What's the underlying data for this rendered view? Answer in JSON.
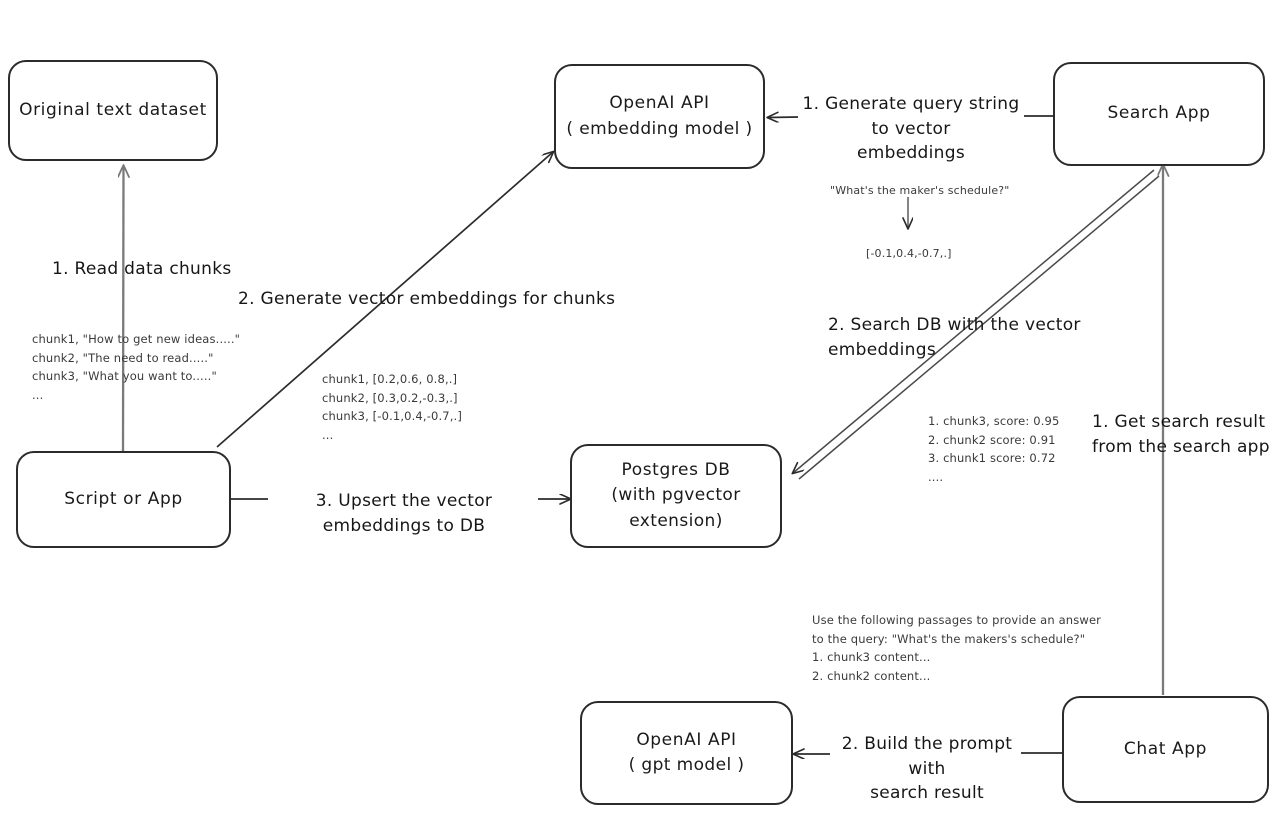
{
  "diagram": {
    "title": "Vector search and RAG architecture flow",
    "background": "#ffffff",
    "stroke": "#2b2b2b",
    "gray_stroke": "#7a7a7a"
  },
  "nodes": {
    "original_dataset": {
      "line1": "Original text dataset",
      "line2": ""
    },
    "script_or_app": {
      "line1": "Script or App",
      "line2": ""
    },
    "openai_embedding": {
      "line1": "OpenAI API",
      "line2": "( embedding model )"
    },
    "postgres_db": {
      "line1": "Postgres DB",
      "line2": "(with pgvector extension)"
    },
    "search_app": {
      "line1": "Search App",
      "line2": ""
    },
    "chat_app": {
      "line1": "Chat App",
      "line2": ""
    },
    "openai_gpt": {
      "line1": "OpenAI API",
      "line2": "( gpt model )"
    }
  },
  "edge_labels": {
    "read_data_chunks": "1. Read data chunks",
    "generate_vector_embeddings": "2. Generate vector embeddings for chunks",
    "upsert_to_db": "3. Upsert the vector embeddings  to DB",
    "generate_query_string": "1. Generate query string to vector\nembeddings",
    "search_db": "2. Search DB with the vector embeddings",
    "get_search_result": "1. Get search result\nfrom the search app",
    "build_prompt": "2. Build the prompt with\nsearch result"
  },
  "notes": {
    "raw_chunks": "chunk1, \"How to get new ideas.....\"\nchunk2, \"The need to read.....\"\nchunk3, \"What you want to.....\"\n...",
    "chunk_embeddings": "chunk1, [0.2,0.6, 0.8,.]\nchunk2, [0.3,0.2,-0.3,.]\nchunk3, [-0.1,0.4,-0.7,.]\n...",
    "query_text": "\"What's the maker's schedule?\"",
    "query_vector": "[-0.1,0.4,-0.7,.]",
    "search_results": "1. chunk3, score: 0.95\n2. chunk2 score: 0.91\n3. chunk1 score: 0.72\n....",
    "prompt_text": "Use the following passages to provide an answer\nto the query: \"What's the makers's schedule?\"\n1. chunk3 content...\n2. chunk2 content..."
  }
}
